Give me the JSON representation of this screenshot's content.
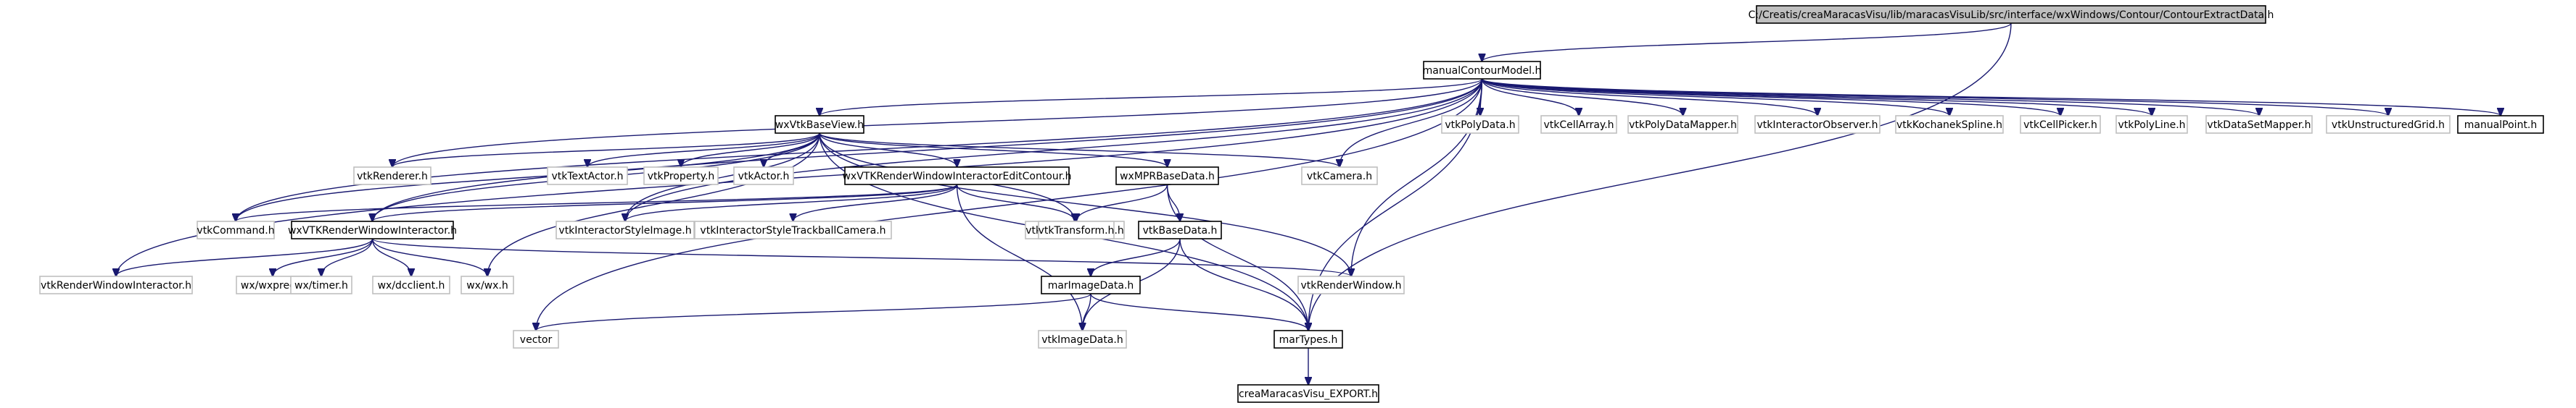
{
  "graph": {
    "nodes": [
      {
        "id": "root",
        "label": "C:/Creatis/creaMaracasVisu/lib/maracasVisuLib/src/interface/wxWindows/Contour/ContourExtractData.h",
        "style": "root"
      },
      {
        "id": "manualContourModel",
        "label": "manualContourModel.h",
        "style": "documented"
      },
      {
        "id": "wxVtkBaseView",
        "label": "wxVtkBaseView.h",
        "style": "documented"
      },
      {
        "id": "vtkPolyData",
        "label": "vtkPolyData.h",
        "style": "external"
      },
      {
        "id": "vtkCellArray",
        "label": "vtkCellArray.h",
        "style": "external"
      },
      {
        "id": "vtkPolyDataMapper",
        "label": "vtkPolyDataMapper.h",
        "style": "external"
      },
      {
        "id": "vtkInteractorObserver",
        "label": "vtkInteractorObserver.h",
        "style": "external"
      },
      {
        "id": "vtkKochanekSpline",
        "label": "vtkKochanekSpline.h",
        "style": "external"
      },
      {
        "id": "vtkCellPicker",
        "label": "vtkCellPicker.h",
        "style": "external"
      },
      {
        "id": "vtkPolyLine",
        "label": "vtkPolyLine.h",
        "style": "external"
      },
      {
        "id": "vtkDataSetMapper",
        "label": "vtkDataSetMapper.h",
        "style": "external"
      },
      {
        "id": "vtkUnstructuredGrid",
        "label": "vtkUnstructuredGrid.h",
        "style": "external"
      },
      {
        "id": "manualPoint",
        "label": "manualPoint.h",
        "style": "documented"
      },
      {
        "id": "vtkRenderer",
        "label": "vtkRenderer.h",
        "style": "external"
      },
      {
        "id": "vtkTextActor",
        "label": "vtkTextActor.h",
        "style": "external"
      },
      {
        "id": "vtkProperty",
        "label": "vtkProperty.h",
        "style": "external"
      },
      {
        "id": "vtkActor",
        "label": "vtkActor.h",
        "style": "external"
      },
      {
        "id": "wxVTKRWIEditContour",
        "label": "wxVTKRenderWindowInteractorEditContour.h",
        "style": "documented"
      },
      {
        "id": "wxMPRBaseData",
        "label": "wxMPRBaseData.h",
        "style": "documented"
      },
      {
        "id": "vtkCamera",
        "label": "vtkCamera.h",
        "style": "external"
      },
      {
        "id": "vtkCommand",
        "label": "vtkCommand.h",
        "style": "external"
      },
      {
        "id": "wxVTKRWI",
        "label": "wxVTKRenderWindowInteractor.h",
        "style": "documented"
      },
      {
        "id": "vtkInteractorStyleImage",
        "label": "vtkInteractorStyleImage.h",
        "style": "external"
      },
      {
        "id": "vtkInteractorStyleTrackballCamera",
        "label": "vtkInteractorStyleTrackballCamera.h",
        "style": "external"
      },
      {
        "id": "vtkImageViewer2",
        "label": "vtkImageViewer2.h",
        "style": "external"
      },
      {
        "id": "vtkTransform",
        "label": "vtkTransform.h",
        "style": "external"
      },
      {
        "id": "vtkBaseData",
        "label": "vtkBaseData.h",
        "style": "documented"
      },
      {
        "id": "vtkRenderWindowInteractor",
        "label": "vtkRenderWindowInteractor.h",
        "style": "external"
      },
      {
        "id": "wxwxprec",
        "label": "wx/wxprec.h",
        "style": "external"
      },
      {
        "id": "wxtimer",
        "label": "wx/timer.h",
        "style": "external"
      },
      {
        "id": "wxdcclient",
        "label": "wx/dcclient.h",
        "style": "external"
      },
      {
        "id": "wxwx",
        "label": "wx/wx.h",
        "style": "external"
      },
      {
        "id": "vtkRenderWindow",
        "label": "vtkRenderWindow.h",
        "style": "external"
      },
      {
        "id": "marImageData",
        "label": "marImageData.h",
        "style": "documented"
      },
      {
        "id": "vector",
        "label": "vector",
        "style": "external"
      },
      {
        "id": "vtkImageData",
        "label": "vtkImageData.h",
        "style": "external"
      },
      {
        "id": "marTypes",
        "label": "marTypes.h",
        "style": "documented"
      },
      {
        "id": "creaMaracasVisuExport",
        "label": "creaMaracasVisu_EXPORT.h",
        "style": "documented"
      }
    ],
    "edges": [
      [
        "root",
        "manualContourModel"
      ],
      [
        "root",
        "marTypes"
      ],
      [
        "manualContourModel",
        "wxVtkBaseView"
      ],
      [
        "manualContourModel",
        "vtkPolyData"
      ],
      [
        "manualContourModel",
        "vtkCellArray"
      ],
      [
        "manualContourModel",
        "vtkPolyDataMapper"
      ],
      [
        "manualContourModel",
        "vtkInteractorObserver"
      ],
      [
        "manualContourModel",
        "vtkKochanekSpline"
      ],
      [
        "manualContourModel",
        "vtkCellPicker"
      ],
      [
        "manualContourModel",
        "vtkPolyLine"
      ],
      [
        "manualContourModel",
        "vtkDataSetMapper"
      ],
      [
        "manualContourModel",
        "vtkUnstructuredGrid"
      ],
      [
        "manualContourModel",
        "manualPoint"
      ],
      [
        "manualContourModel",
        "vtkRenderer"
      ],
      [
        "manualContourModel",
        "vtkCommand"
      ],
      [
        "manualContourModel",
        "wxVTKRWI"
      ],
      [
        "manualContourModel",
        "vtkRenderWindowInteractor"
      ],
      [
        "manualContourModel",
        "vector"
      ],
      [
        "manualContourModel",
        "vtkInteractorStyleImage"
      ],
      [
        "manualContourModel",
        "vtkCamera"
      ],
      [
        "manualContourModel",
        "vtkRenderWindow"
      ],
      [
        "manualContourModel",
        "marTypes"
      ],
      [
        "wxVtkBaseView",
        "vtkRenderer"
      ],
      [
        "wxVtkBaseView",
        "vtkTextActor"
      ],
      [
        "wxVtkBaseView",
        "vtkProperty"
      ],
      [
        "wxVtkBaseView",
        "vtkActor"
      ],
      [
        "wxVtkBaseView",
        "wxVTKRWIEditContour"
      ],
      [
        "wxVtkBaseView",
        "wxMPRBaseData"
      ],
      [
        "wxVtkBaseView",
        "vtkCamera"
      ],
      [
        "wxVtkBaseView",
        "vtkCommand"
      ],
      [
        "wxVtkBaseView",
        "wxVTKRWI"
      ],
      [
        "wxVtkBaseView",
        "vtkInteractorStyleImage"
      ],
      [
        "wxVtkBaseView",
        "vtkImageViewer2"
      ],
      [
        "wxVtkBaseView",
        "wxwx"
      ],
      [
        "wxVtkBaseView",
        "vtkRenderWindow"
      ],
      [
        "wxVtkBaseView",
        "marTypes"
      ],
      [
        "wxVTKRWIEditContour",
        "vtkCommand"
      ],
      [
        "wxVTKRWIEditContour",
        "wxVTKRWI"
      ],
      [
        "wxVTKRWIEditContour",
        "vtkInteractorStyleImage"
      ],
      [
        "wxVTKRWIEditContour",
        "vtkInteractorStyleTrackballCamera"
      ],
      [
        "wxVTKRWIEditContour",
        "vtkImageViewer2"
      ],
      [
        "wxVTKRWIEditContour",
        "vtkImageData"
      ],
      [
        "wxMPRBaseData",
        "vtkTransform"
      ],
      [
        "wxMPRBaseData",
        "vtkBaseData"
      ],
      [
        "wxMPRBaseData",
        "marTypes"
      ],
      [
        "wxVTKRWI",
        "vtkRenderWindowInteractor"
      ],
      [
        "wxVTKRWI",
        "wxwxprec"
      ],
      [
        "wxVTKRWI",
        "wxtimer"
      ],
      [
        "wxVTKRWI",
        "wxdcclient"
      ],
      [
        "wxVTKRWI",
        "wxwx"
      ],
      [
        "wxVTKRWI",
        "vtkRenderWindow"
      ],
      [
        "vtkBaseData",
        "marImageData"
      ],
      [
        "vtkBaseData",
        "vtkImageData"
      ],
      [
        "vtkBaseData",
        "marTypes"
      ],
      [
        "marImageData",
        "vector"
      ],
      [
        "marImageData",
        "vtkImageData"
      ],
      [
        "marImageData",
        "marTypes"
      ],
      [
        "marTypes",
        "creaMaracasVisuExport"
      ]
    ]
  },
  "colors": {
    "edge": "#191970",
    "documented_border": "#000000",
    "external_border": "#bfbfbf",
    "root_fill": "#bfbfbf",
    "background": "#ffffff"
  }
}
